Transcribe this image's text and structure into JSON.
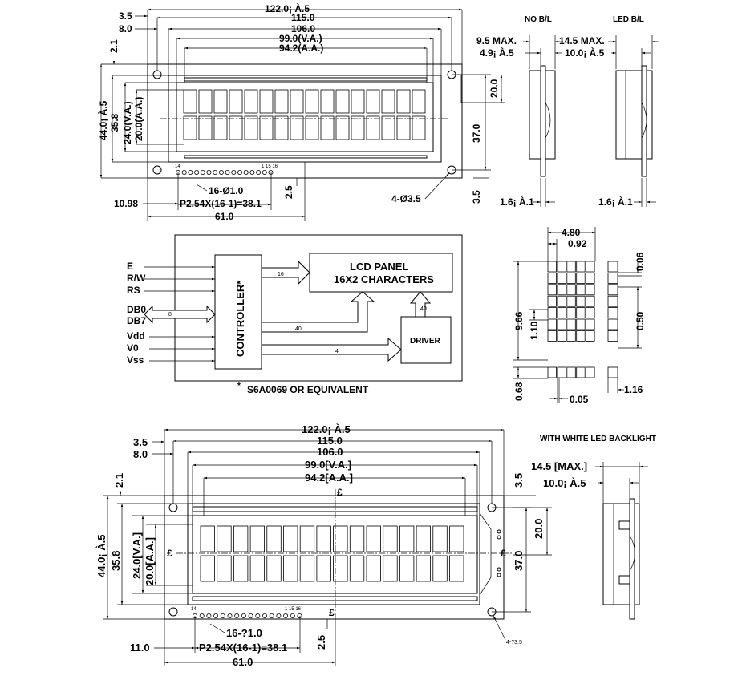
{
  "top_front": {
    "dims": {
      "overall_width": "122.0¡ À.5",
      "hole_pitch": "115.0",
      "bezel_width": "106.0",
      "va_width": "99.0(V.A.)",
      "aa_width": "94.2(A.A.)",
      "left_3_5": "3.5",
      "left_8_0": "8.0",
      "top_2_1": "2.1",
      "overall_height": "44.0¡ À.5",
      "bezel_height": "35.8",
      "va_height": "24.0(V.A.)",
      "aa_height": "20.0(A.A.)",
      "hole_pitch_v": "37.0",
      "right_20_0": "20.0",
      "bottom_3_5": "3.5",
      "pin_hole": "16-Ø1.0",
      "pin_pitch": "P2.54X(16-1)=38.1",
      "pin_offset": "10.98",
      "pcb_pin_2_5": "2.5",
      "pin_span": "61.0",
      "mount_hole": "4-Ø3.5",
      "pin14": "14",
      "pin_labels": "1 15 16"
    }
  },
  "side_views": {
    "no_bl": {
      "title": "NO B/L",
      "max": "9.5 MAX.",
      "inner": "4.9¡ À.5",
      "pcb": "1.6¡ À.1"
    },
    "led_bl": {
      "title": "LED B/L",
      "max": "14.5 MAX.",
      "inner": "10.0¡ À.5",
      "pcb": "1.6¡ À.1"
    }
  },
  "block_diagram": {
    "inputs": [
      "E",
      "R/W",
      "RS",
      "DB0",
      "DB7",
      "Vdd",
      "V0",
      "Vss"
    ],
    "bus_8": "8",
    "controller": "CONTROLLER*",
    "lcd_panel_line1": "LCD PANEL",
    "lcd_panel_line2": "16X2 CHARACTERS",
    "bus_16": "16",
    "bus_40a": "40",
    "bus_40b": "40",
    "bus_4": "4",
    "driver": "DRIVER",
    "footnote_star": "*",
    "footnote": "S6A0069 OR EQUIVALENT"
  },
  "char_detail": {
    "w_4_80": "4.80",
    "w_0_92": "0.92",
    "h_9_66": "9.66",
    "h_1_10": "1.10",
    "h_0_06": "0.06",
    "h_0_50": "0.50",
    "h_0_68": "0.68",
    "w_0_05": "0.05",
    "w_1_16": "1.16"
  },
  "bottom_front": {
    "dims": {
      "overall_width": "122.0¡ À.5",
      "hole_pitch": "115.0",
      "bezel_width": "106.0",
      "va_width": "99.0[V.A.]",
      "aa_width": "94.2[A.A.]",
      "left_3_5": "3.5",
      "left_8_0": "8.0",
      "top_2_1": "2.1",
      "overall_height": "44.0¡ À.5",
      "bezel_height": "35.8",
      "va_height": "24.0[V.A.]",
      "aa_height": "20.0[A.A.]",
      "hole_pitch_v": "37.0",
      "right_20_0": "20.0",
      "right_3_5": "3.5",
      "pin_hole": "16-?1.0",
      "pin_pitch": "P2.54X(16-1)=38.1",
      "pin_offset": "11.0",
      "pcb_pin_2_5": "2.5",
      "pin_span": "61.0",
      "mount_hole": "4-?3.5",
      "centerline": "£",
      "pin14": "14",
      "pin_labels": "1 15 16"
    },
    "side": {
      "title": "WITH WHITE LED BACKLIGHT",
      "max": "14.5 [MAX.]",
      "inner": "10.0¡ À.5"
    }
  }
}
